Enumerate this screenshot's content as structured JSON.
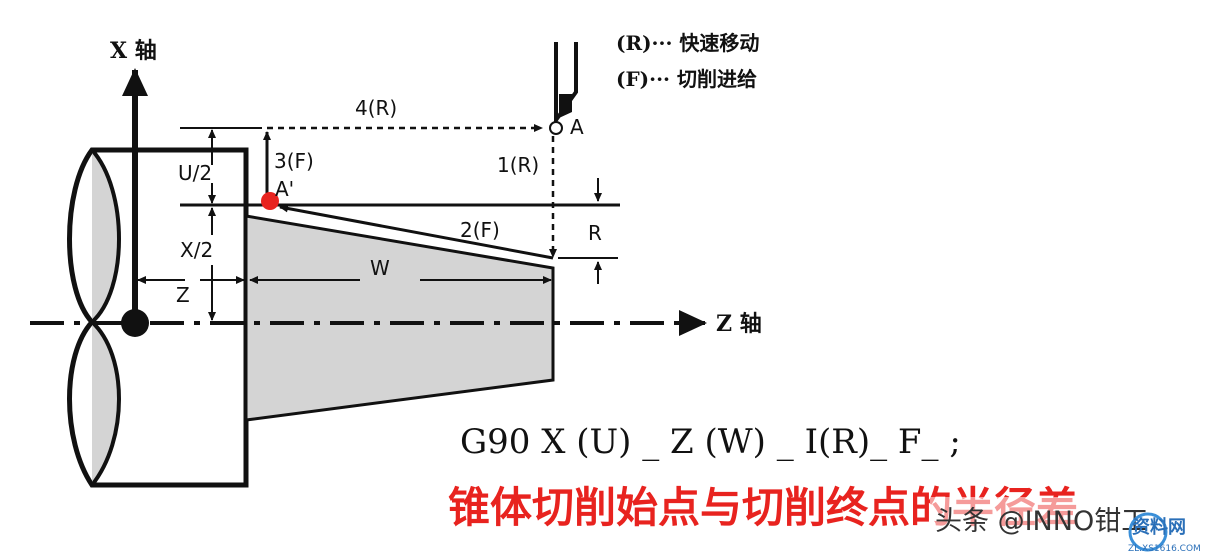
{
  "axes": {
    "x_axis_label": "X 轴",
    "z_axis_label": "Z 轴"
  },
  "legend": {
    "rapid": "(R)··· 快速移动",
    "feed": "(F)··· 切削进给"
  },
  "path_labels": {
    "step1": "1(R)",
    "step2": "2(F)",
    "step3": "3(F)",
    "step4": "4(R)"
  },
  "points": {
    "start": "A",
    "end": "A'"
  },
  "dimensions": {
    "u_half": "U/2",
    "x_half": "X/2",
    "z": "Z",
    "w": "W",
    "r": "R"
  },
  "formula": "G90 X (U) _ Z (W) _ I(R)_ F_ ;",
  "caption": "锥体切削始点与切削终点的半径差",
  "watermark": {
    "source": "头条 @INNO钳工",
    "site_logo": "资料网",
    "site_url": "ZL.XS1616.COM"
  },
  "colors": {
    "end_point": "#e8231f",
    "caption": "#e8231f",
    "workpiece_fill": "#d4d4d4",
    "line": "#111111"
  }
}
